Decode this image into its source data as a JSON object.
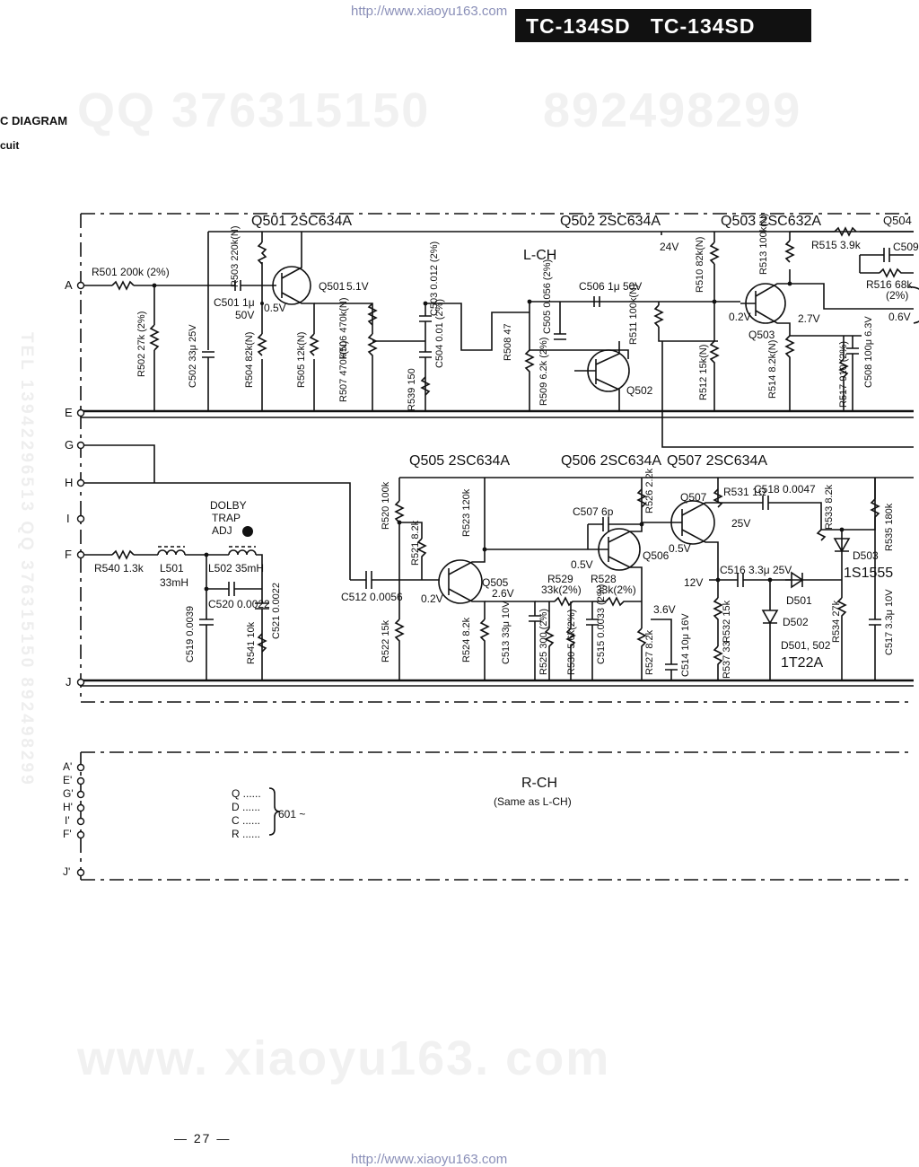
{
  "header": {
    "url_top": "http://www.xiaoyu163.com",
    "model_1": "TC-134SD",
    "model_2": "TC-134SD",
    "title_fragment": "C DIAGRAM",
    "subtitle_fragment": "cuit"
  },
  "watermarks": {
    "qq_left": "QQ 376315150",
    "qq_right": "892498299",
    "site": "www. xiaoyu163. com",
    "side_left": "TEL 13942296513 QQ 376315150 892498299"
  },
  "channels": {
    "left": "L-CH",
    "right": "R-CH",
    "right_note": "(Same as L-CH)"
  },
  "pins": {
    "main": [
      "A",
      "E",
      "G",
      "H",
      "I",
      "F",
      "J"
    ],
    "rch": [
      "A'",
      "E'",
      "G'",
      "H'",
      "I'",
      "F'",
      "J'"
    ]
  },
  "rch_map": {
    "rows": [
      "Q ......",
      "D ......",
      "C ......",
      "R ......"
    ],
    "target": "601 ~"
  },
  "transistors": {
    "q501": "Q501 2SC634A",
    "q502": "Q502 2SC634A",
    "q503": "Q503 2SC632A",
    "q504": "Q504",
    "q505": "Q505 2SC634A",
    "q506": "Q506 2SC634A",
    "q507": "Q507 2SC634A"
  },
  "labels": {
    "q501_tag": "Q501",
    "q502_tag": "Q502",
    "q503_tag": "Q503",
    "q505_tag": "Q505",
    "q506_tag": "Q506",
    "q507_tag": "Q507",
    "r501": "R501 200k (2%)",
    "c501": "C501 1μ",
    "c501_v": "50V",
    "c506": "C506 1μ 50V",
    "r515": "R515 3.9k",
    "c509": "C509",
    "r516": "R516 68k",
    "r516_tol": "(2%)",
    "c518": "C518 0.0047",
    "c507": "C507 6p",
    "r531": "R531 1Ω",
    "c516": "C516 3.3μ 25V",
    "d503": "D503",
    "d503_part": "1S1555",
    "d501": "D501",
    "d502": "D502",
    "d501_502": "D501, 502",
    "d501_part": "1T22A",
    "r540": "R540 1.3k",
    "l501": "L501",
    "l501_v": "33mH",
    "l502": "L502 35mH",
    "c520": "C520 0.0022",
    "dolby": "DOLBY",
    "trap": "TRAP",
    "adj": "ADJ",
    "c512": "C512 0.0056",
    "r529": "R529",
    "r529_v": "33k(2%)",
    "r528": "R528",
    "r528_v": "33k(2%)"
  },
  "voltages": {
    "v_q501_e": "0.5V",
    "v_q501_b": "5.1V",
    "v_24": "24V",
    "v_q503_b": "0.2V",
    "v_q503_e": "2.7V",
    "v_q504": "0.6V",
    "v_q505_b": "0.2V",
    "v_q505_c": "2.6V",
    "v_q506_b": "0.5V",
    "v_q506_e": "0.5V",
    "v_q507": "25V",
    "v_36": "3.6V",
    "v_12": "12V"
  },
  "vertical_labels": {
    "r502": "R502 27k (2%)",
    "c502": "C502 33μ 25V",
    "r503": "R503 220k(N)",
    "r504": "R504 82k(N)",
    "r505": "R505 12k(N)",
    "r506": "R506 470k(N)",
    "r507": "R507 470k(N)",
    "r539": "R539 150",
    "c503": "C503 0.012 (2%)",
    "c504": "C504 0.01 (2%)",
    "r508": "R508 47",
    "r509": "R509 6.2k (2%)",
    "c505": "C505 0.056 (2%)",
    "r511": "R511 100k(N)",
    "r510": "R510 82k(N)",
    "r512": "R512 15k(N)",
    "r513": "R513 100k(N)",
    "r514": "R514 8.2k(N)",
    "r517": "R517 910 (2%)",
    "c508": "C508 100μ 6.3V",
    "r520": "R520 100k",
    "r521": "R521 8.2k",
    "r522": "R522 15k",
    "r523": "R523 120k",
    "r524": "R524 8.2k",
    "c513": "C513 33μ 10V",
    "r525": "R525 300 (2%)",
    "r530": "R530 5.6k(2%)",
    "c515": "C515 0.0033 (2%)",
    "r526": "R526 2.2k",
    "r527": "R527 8.2k",
    "c514": "C514 10μ 16V",
    "r532": "R532 15k",
    "r537": "R537 33",
    "r533": "R533 8.2k",
    "r534": "R534 27k",
    "r535": "R535 180k",
    "c517": "C517 3.3μ 10V",
    "c519": "C519 0.0039",
    "r541": "R541 10k",
    "c521": "C521 0.0022"
  },
  "footer": {
    "page": "— 27 —",
    "url_bottom": "http://www.xiaoyu163.com"
  }
}
